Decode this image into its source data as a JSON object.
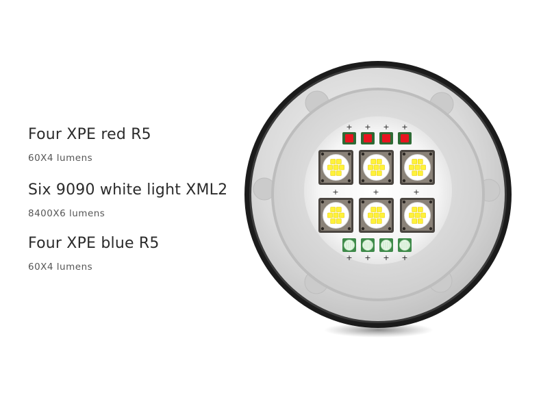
{
  "specs": [
    {
      "title": "Four XPE red R5",
      "sub": "60X4  lumens"
    },
    {
      "title": "Six 9090 white light XML2",
      "sub": "8400X6  lumens"
    },
    {
      "title": "Four XPE blue R5",
      "sub": "60X4  lumens"
    }
  ],
  "polarity_symbol": "+",
  "colors": {
    "red_led": "#e8141f",
    "white_led_chip": "#fff23a",
    "blue_led": "#dff3df",
    "bezel": "#1c1c1c",
    "reflector": "#f7f7f7"
  }
}
